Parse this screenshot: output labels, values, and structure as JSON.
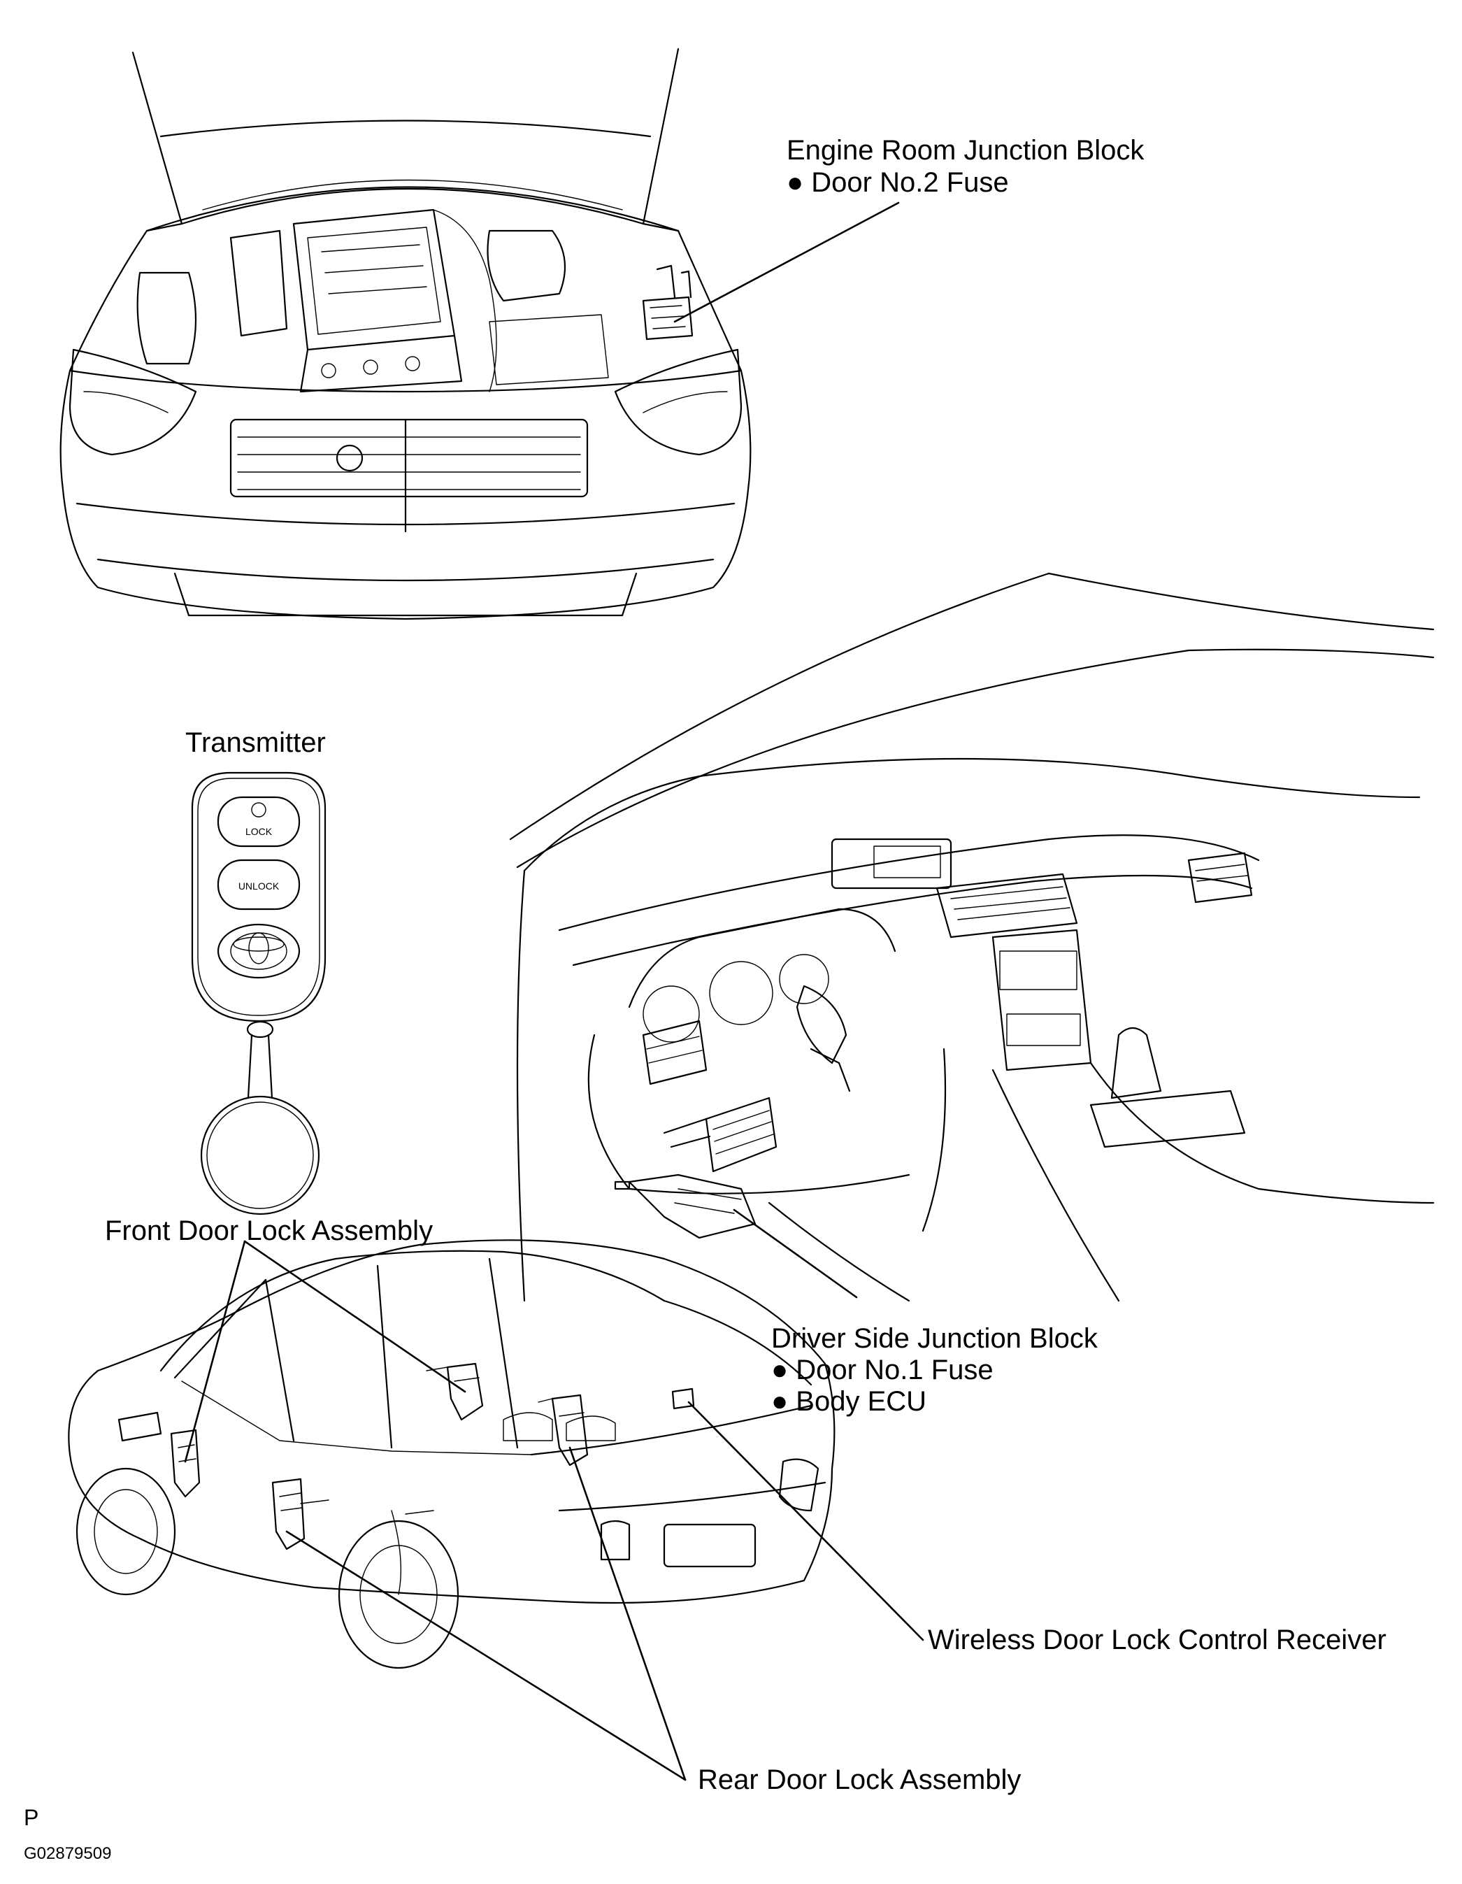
{
  "labels": {
    "engine_room_jb": "Engine Room Junction Block",
    "door_no2_fuse": "Door No.2 Fuse",
    "transmitter": "Transmitter",
    "lock_button": "LOCK",
    "unlock_button": "UNLOCK",
    "front_door_lock": "Front Door Lock Assembly",
    "driver_side_jb": "Driver Side Junction Block",
    "door_no1_fuse": "Door No.1 Fuse",
    "body_ecu": "Body ECU",
    "wireless_receiver": "Wireless Door Lock Control Receiver",
    "rear_door_lock": "Rear Door Lock Assembly",
    "corner_letter": "P",
    "figure_code": "G02879509"
  },
  "bullet": "●"
}
